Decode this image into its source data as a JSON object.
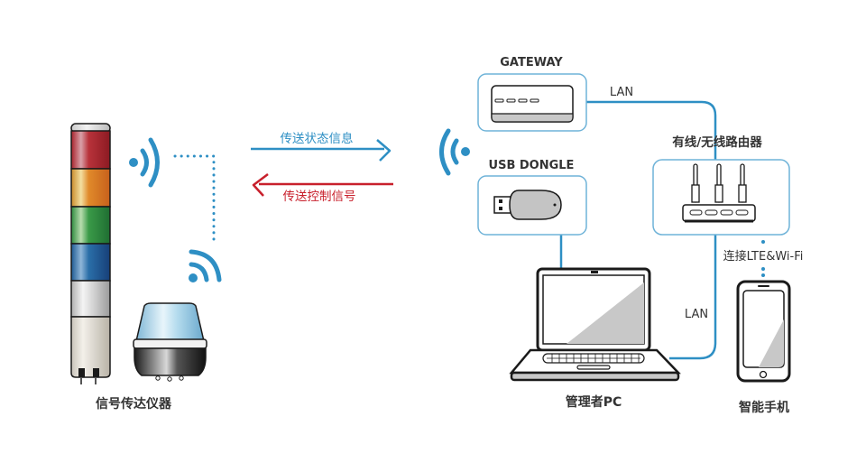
{
  "colors": {
    "accent_blue": "#2e8fc4",
    "arrow_red": "#c8202c",
    "box_border": "#6fb3d8",
    "text_dark": "#333333",
    "outline": "#1a1a1a"
  },
  "devices": {
    "signal_device_label": "信号传达仪器",
    "gateway_label": "GATEWAY",
    "usb_dongle_label": "USB DONGLE",
    "router_label": "有线/无线路由器",
    "pc_label": "管理者PC",
    "phone_label": "智能手机"
  },
  "connections": {
    "send_status_label": "传送状态信息",
    "send_control_label": "传送控制信号",
    "lan_gateway_router": "LAN",
    "lan_router_pc": "LAN",
    "lte_wifi_label": "连接LTE&Wi-Fi"
  },
  "icons": {
    "signal_tower": "signal-tower-icon",
    "beacon_light": "beacon-light-icon",
    "wifi": "wifi-icon",
    "gateway": "gateway-icon",
    "usb_dongle": "usb-dongle-icon",
    "router": "router-icon",
    "laptop": "laptop-icon",
    "smartphone": "smartphone-icon"
  }
}
